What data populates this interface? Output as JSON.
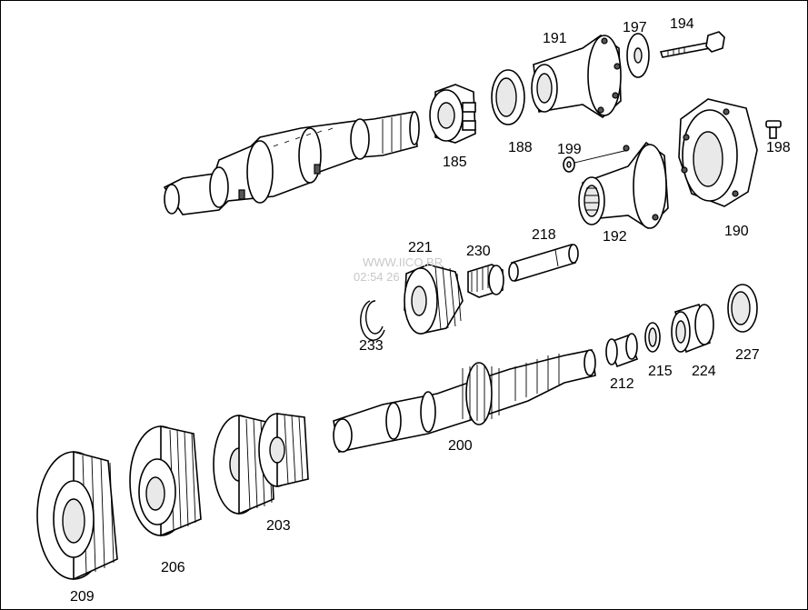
{
  "diagram": {
    "watermark": [
      "WWW.IICO.BR",
      "02:54 26"
    ],
    "parts": [
      {
        "id": "mainshaft",
        "label": ""
      },
      {
        "id": "p185",
        "label": "185"
      },
      {
        "id": "p188",
        "label": "188"
      },
      {
        "id": "p191",
        "label": "191"
      },
      {
        "id": "p197",
        "label": "197"
      },
      {
        "id": "p194",
        "label": "194"
      },
      {
        "id": "p198",
        "label": "198"
      },
      {
        "id": "p199",
        "label": "199"
      },
      {
        "id": "p192",
        "label": "192"
      },
      {
        "id": "p190",
        "label": "190"
      },
      {
        "id": "p221",
        "label": "221"
      },
      {
        "id": "p230",
        "label": "230"
      },
      {
        "id": "p218",
        "label": "218"
      },
      {
        "id": "p233",
        "label": "233"
      },
      {
        "id": "p200",
        "label": "200"
      },
      {
        "id": "p212",
        "label": "212"
      },
      {
        "id": "p215",
        "label": "215"
      },
      {
        "id": "p224",
        "label": "224"
      },
      {
        "id": "p227",
        "label": "227"
      },
      {
        "id": "p203",
        "label": "203"
      },
      {
        "id": "p206",
        "label": "206"
      },
      {
        "id": "p209",
        "label": "209"
      }
    ]
  }
}
